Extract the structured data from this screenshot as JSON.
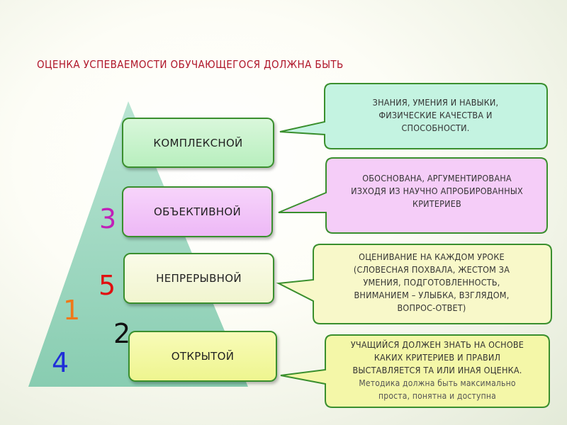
{
  "title": "ОЦЕНКА УСПЕВАЕМОСТИ ОБУЧАЮЩЕГОСЯ ДОЛЖНА БЫТЬ",
  "levels": [
    {
      "label": "КОМПЛЕКСНОЙ",
      "color": "#c8f3cc"
    },
    {
      "label": "ОБЪЕКТИВНОЙ",
      "color": "#f2c4f8"
    },
    {
      "label": "НЕПРЕРЫВНОЙ",
      "color": "#f6f8dd"
    },
    {
      "label": "ОТКРЫТОЙ",
      "color": "#f2f7a4"
    }
  ],
  "notes": [
    {
      "lines": [
        "ЗНАНИЯ, УМЕНИЯ И НАВЫКИ,",
        "ФИЗИЧЕСКИЕ КАЧЕСТВА И",
        "СПОСОБНОСТИ."
      ],
      "color": "#c4f3e1"
    },
    {
      "lines": [
        "ОБОСНОВАНА, АРГУМЕНТИРОВАНА",
        "ИЗХОДЯ ИЗ НАУЧНО АПРОБИРОВАННЫХ",
        "КРИТЕРИЕВ"
      ],
      "color": "#f5cdf8"
    },
    {
      "lines": [
        "ОЦЕНИВАНИЕ НА КАЖДОМ УРОКЕ",
        "(СЛОВЕСНАЯ ПОХВАЛА, ЖЕСТОМ ЗА",
        "УМЕНИЯ, ПОДГОТОВЛЕННОСТЬ,",
        "ВНИМАНИЕМ – УЛЫБКА, ВЗГЛЯДОМ,",
        "ВОПРОС-ОТВЕТ)"
      ],
      "color": "#f8f8c9"
    },
    {
      "lines": [
        "УЧАЩИЙСЯ ДОЛЖЕН ЗНАТЬ НА ОСНОВЕ",
        "КАКИХ КРИТЕРИЕВ И ПРАВИЛ",
        "ВЫСТАВЛЯЕТСЯ ТА ИЛИ ИНАЯ ОЦЕНКА.",
        "Методика должна быть максимально",
        "проста, понятна и доступна"
      ],
      "color": "#f4f7a8"
    }
  ],
  "grades": [
    "3",
    "5",
    "1",
    "2",
    "4"
  ],
  "colors": {
    "title": "#b0162a",
    "triangle": "#8fd0b4",
    "border": "#3a8f2e"
  }
}
